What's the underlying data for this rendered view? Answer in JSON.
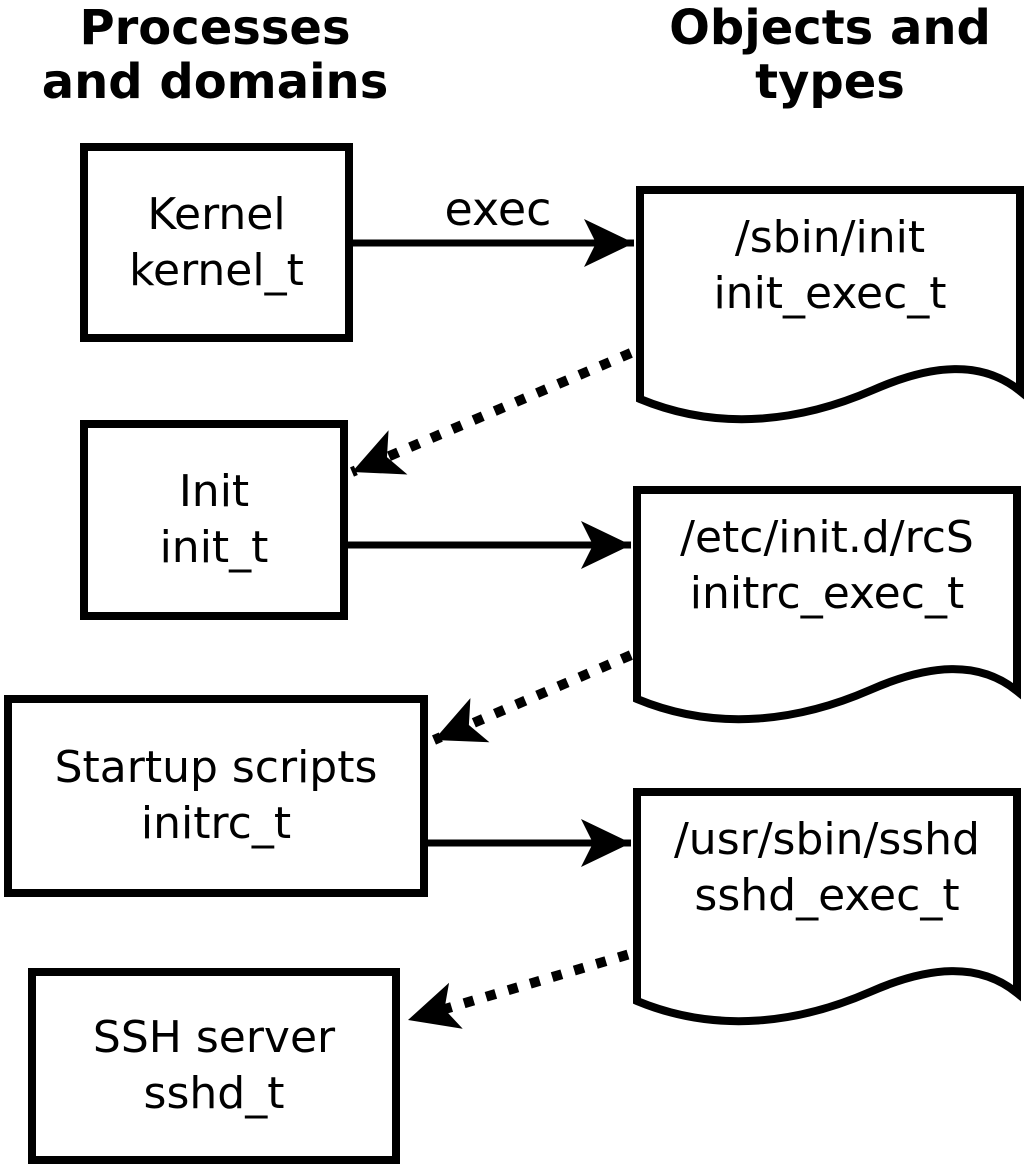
{
  "page": {
    "background": "#ffffff",
    "foreground": "#000000"
  },
  "headers": {
    "left": {
      "line1": "Processes",
      "line2": "and domains"
    },
    "right": {
      "line1": "Objects and",
      "line2": "types"
    }
  },
  "processes": [
    {
      "name": "Kernel",
      "type": "kernel_t"
    },
    {
      "name": "Init",
      "type": "init_t"
    },
    {
      "name": "Startup scripts",
      "type": "initrc_t"
    },
    {
      "name": "SSH server",
      "type": "sshd_t"
    }
  ],
  "objects": [
    {
      "path": "/sbin/init",
      "type": "init_exec_t"
    },
    {
      "path": "/etc/init.d/rcS",
      "type": "initrc_exec_t"
    },
    {
      "path": "/usr/sbin/sshd",
      "type": "sshd_exec_t"
    }
  ],
  "edges": [
    {
      "from": "kernel_t",
      "to": "/sbin/init",
      "style": "solid",
      "label": "exec"
    },
    {
      "from": "/sbin/init",
      "to": "init_t",
      "style": "dotted",
      "label": ""
    },
    {
      "from": "init_t",
      "to": "/etc/init.d/rcS",
      "style": "solid",
      "label": ""
    },
    {
      "from": "/etc/init.d/rcS",
      "to": "initrc_t",
      "style": "dotted",
      "label": ""
    },
    {
      "from": "initrc_t",
      "to": "/usr/sbin/sshd",
      "style": "solid",
      "label": ""
    },
    {
      "from": "/usr/sbin/sshd",
      "to": "sshd_t",
      "style": "dotted",
      "label": ""
    }
  ]
}
